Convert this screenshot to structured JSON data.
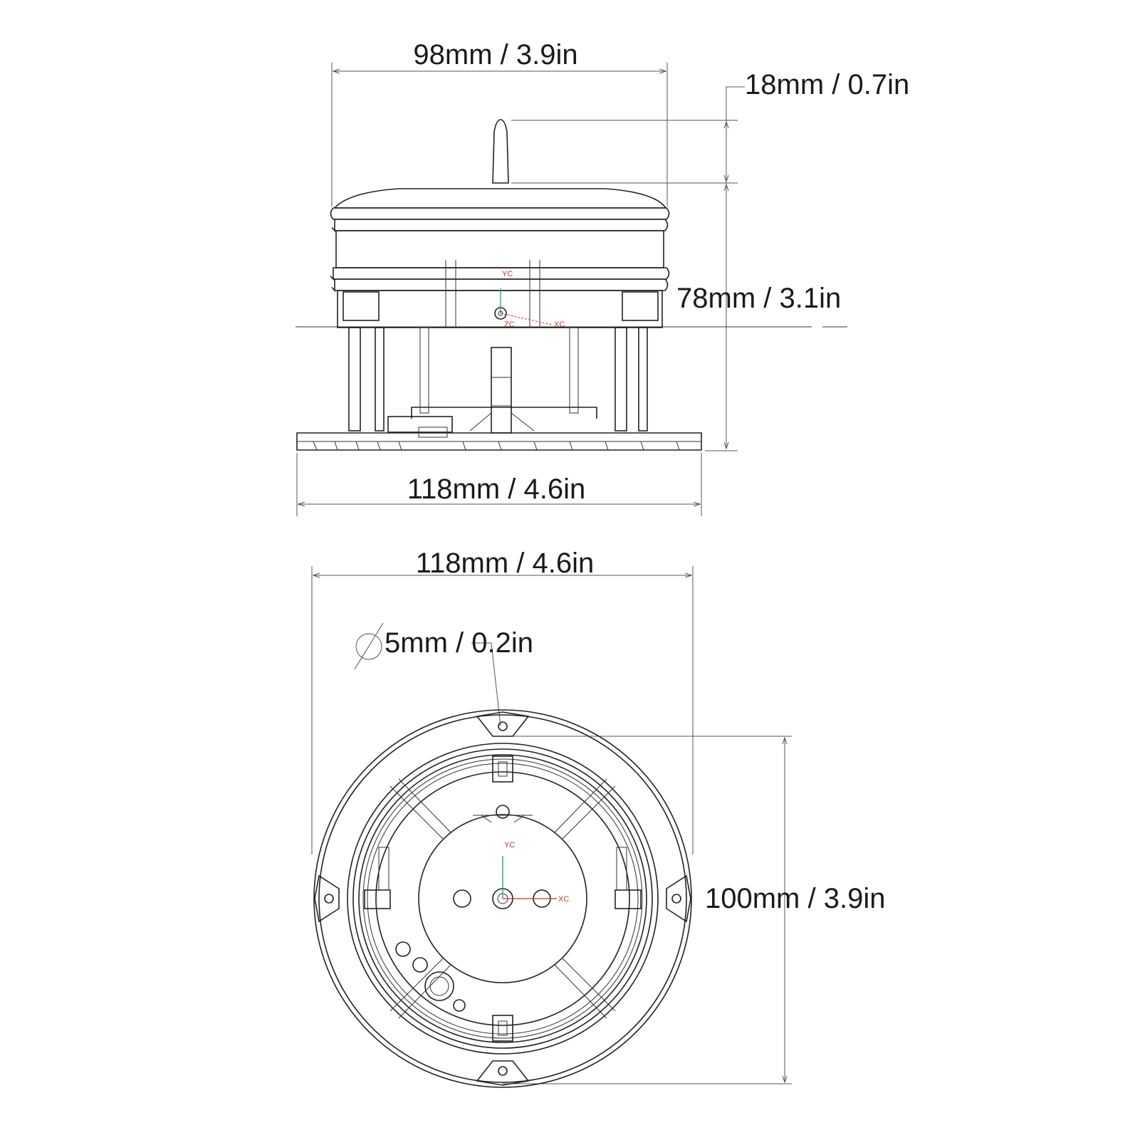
{
  "side_view": {
    "top_width": "98mm / 3.9in",
    "antenna_height": "18mm / 0.7in",
    "total_height": "78mm / 3.1in",
    "base_width": "118mm / 4.6in",
    "axis_labels": {
      "yc": "YC",
      "xc": "XC",
      "zc": "ZC"
    }
  },
  "bottom_view": {
    "outer_diameter": "118mm / 4.6in",
    "hole_diameter": "5mm / 0.2in",
    "mount_spacing": "100mm / 3.9in",
    "axis_labels": {
      "yc": "YC",
      "xc": "XC"
    }
  },
  "colors": {
    "line": "#222222",
    "axis_x": "#c0392b",
    "axis_y": "#27ae60"
  }
}
